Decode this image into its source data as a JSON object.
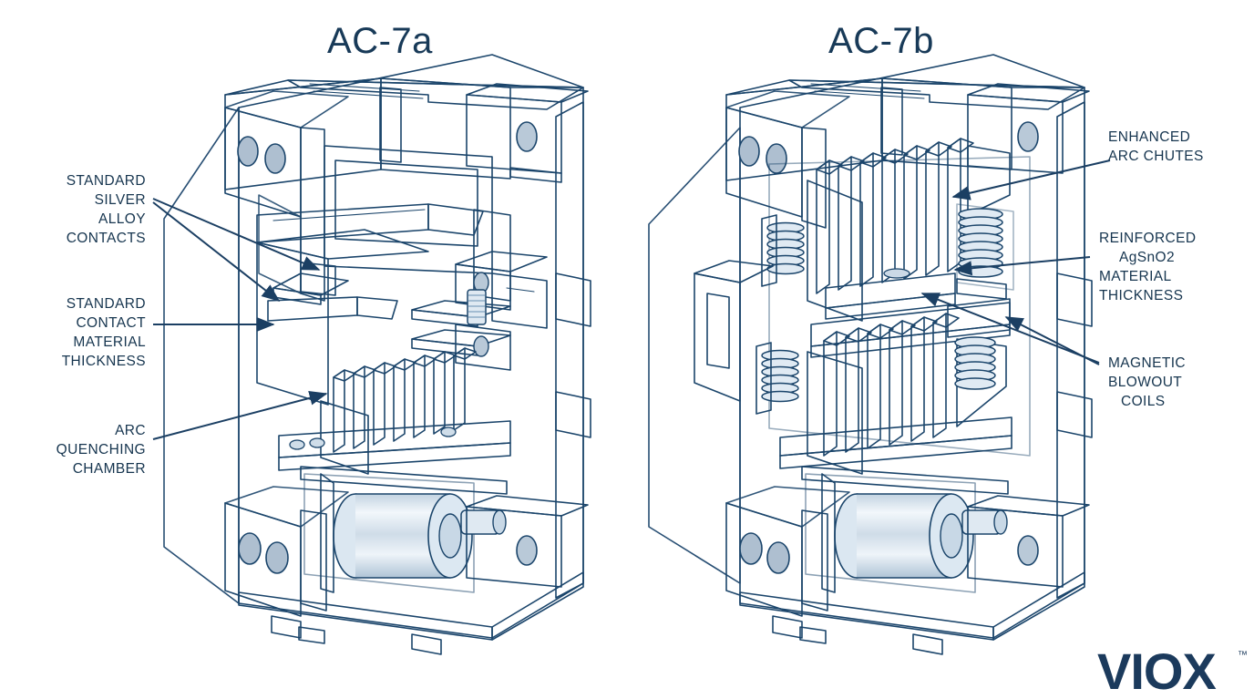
{
  "meta": {
    "background_color": "#ffffff",
    "line_color": "#1b456b",
    "text_color": "#16354f",
    "accent_color": "#1b3f63"
  },
  "titles": {
    "left": "AC-7a",
    "right": "AC-7b"
  },
  "labels_left": [
    {
      "id": "standard-silver-alloy-contacts",
      "lines": [
        "STANDARD",
        "SILVER",
        "ALLOY",
        "CONTACTS"
      ]
    },
    {
      "id": "standard-contact-material-thickness",
      "lines": [
        "STANDARD",
        "CONTACT",
        "MATERIAL",
        "THICKNESS"
      ]
    },
    {
      "id": "arc-quenching-chamber",
      "lines": [
        "ARC",
        "QUENCHING",
        "CHAMBER"
      ]
    }
  ],
  "labels_right": [
    {
      "id": "enhanced-arc-chutes",
      "lines": [
        "ENHANCED",
        "ARC CHUTES"
      ]
    },
    {
      "id": "reinforced-agsno2-material-thickness",
      "lines": [
        "REINFORCED",
        "AgSnO2",
        "MATERIAL",
        "THICKNESS"
      ]
    },
    {
      "id": "magnetic-blowout-coils",
      "lines": [
        "MAGNETIC",
        "BLOWOUT",
        "COILS"
      ]
    }
  ],
  "logo": {
    "text": "VIOX",
    "trademark": "™"
  },
  "diagram": {
    "type": "technical-cutaway-illustration",
    "subject": "electrical contactor cross-section comparison",
    "left_unit": {
      "name": "AC-7a contactor",
      "arc_chute_fin_count": 7,
      "features": [
        "standard silver alloy contacts",
        "standard contact material thickness",
        "arc quenching chamber",
        "solenoid coil"
      ]
    },
    "right_unit": {
      "name": "AC-7b contactor",
      "arc_chute_fin_count": 8,
      "blowout_coil_count": 4,
      "features": [
        "enhanced arc chutes",
        "reinforced AgSnO2 contacts",
        "magnetic blowout coils",
        "solenoid coil"
      ]
    }
  }
}
